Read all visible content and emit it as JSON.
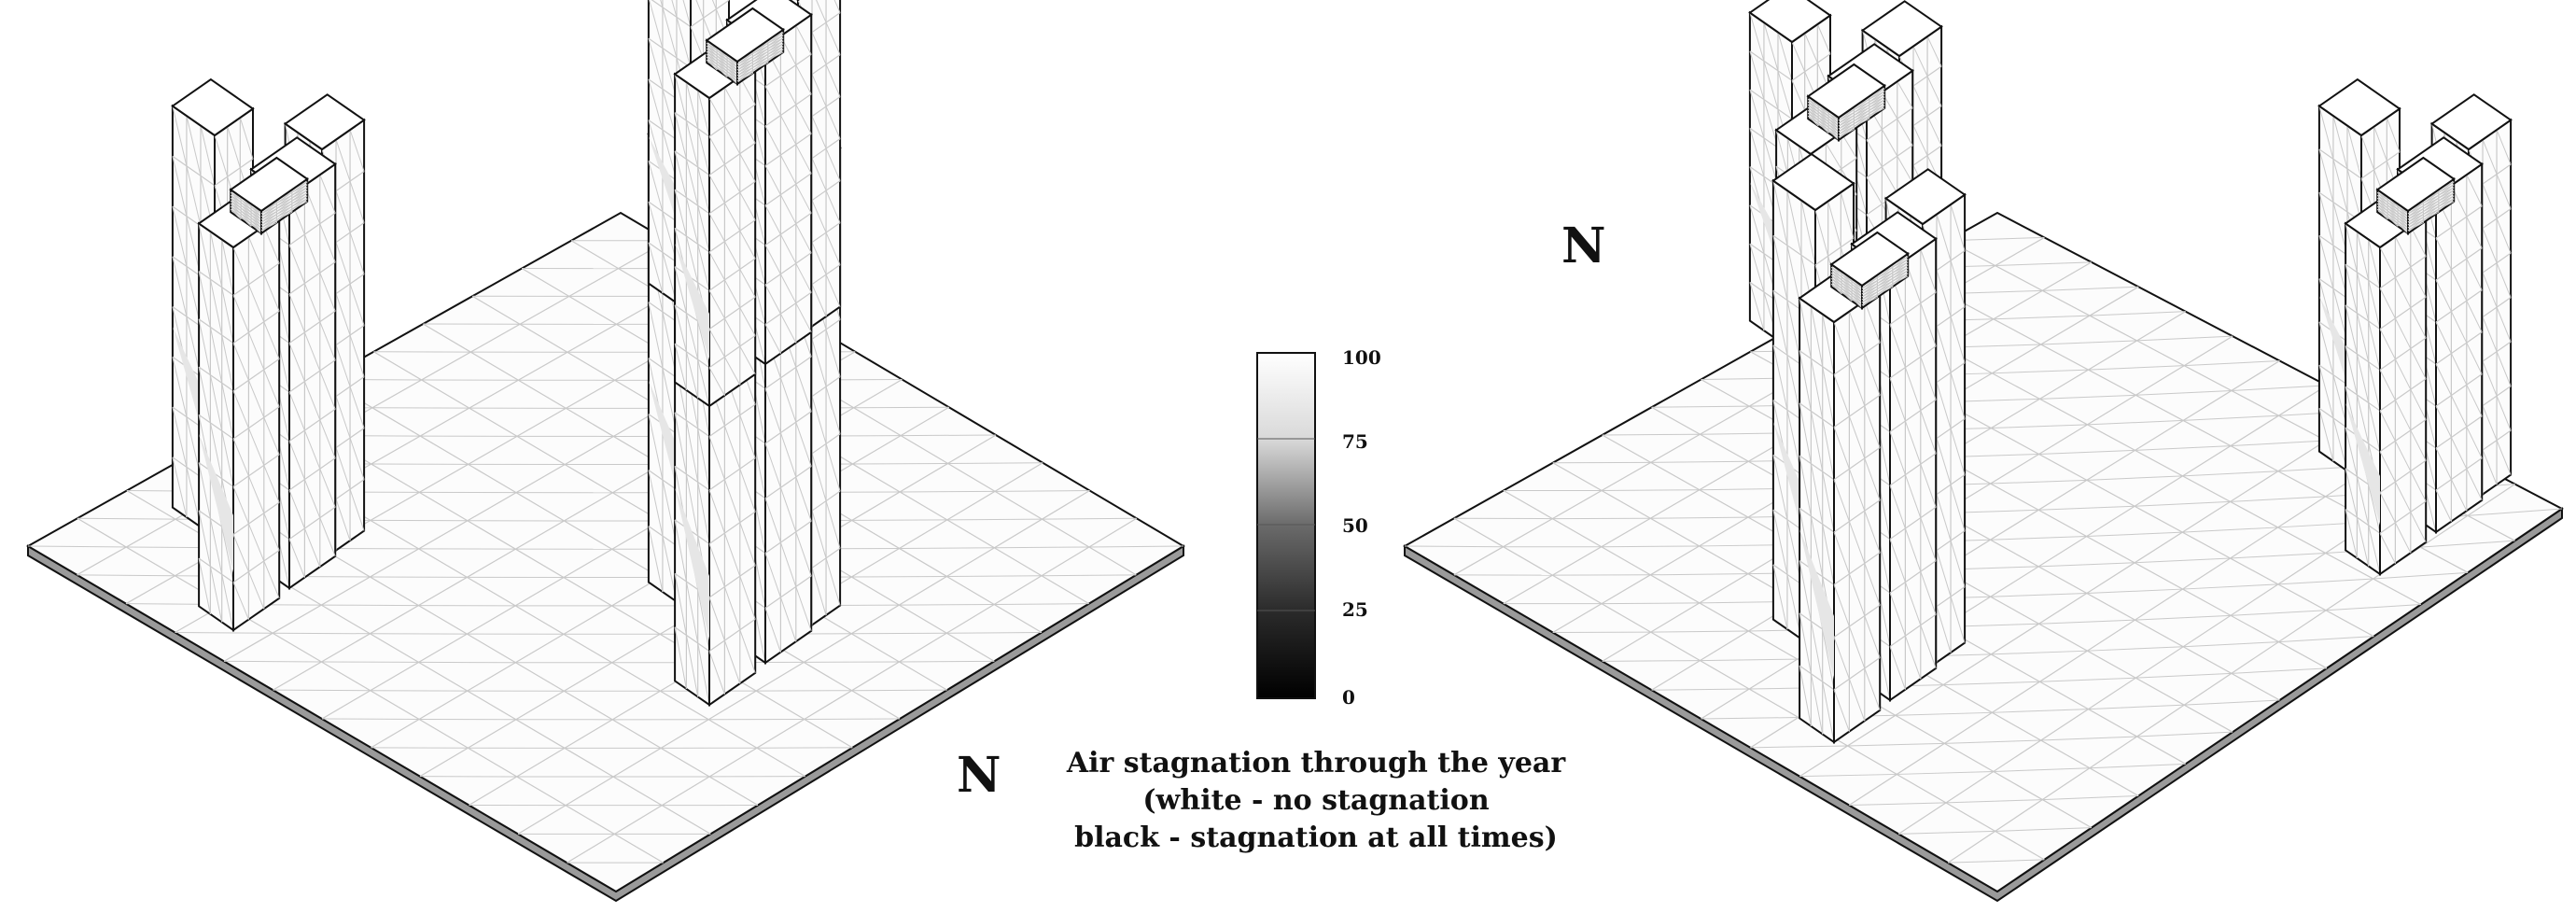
{
  "legend": {
    "tick_labels": [
      "100",
      "75",
      "50",
      "25",
      "0"
    ],
    "colors": {
      "top": "#ffffff",
      "bottom": "#000000"
    }
  },
  "caption": {
    "line1": "Air stagnation through the year",
    "line2": "(white - no stagnation",
    "line3": "black - stagnation at all times)"
  },
  "north_labels": {
    "left_view": "N",
    "right_view": "N"
  },
  "colors": {
    "surface": "#fcfcfc",
    "edge": "#111111",
    "mesh": "#c9c9c9",
    "shade": "#e6e6e6"
  }
}
